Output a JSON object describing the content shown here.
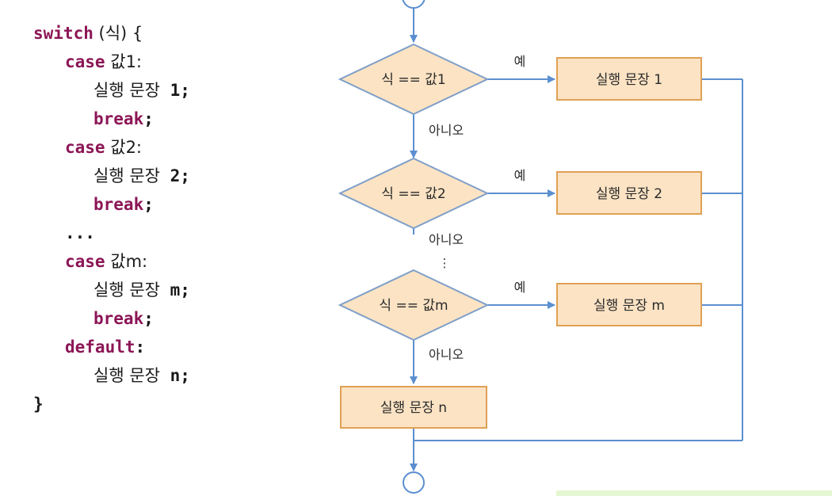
{
  "code": {
    "lines": [
      {
        "kw": "switch",
        "expr": " (식) {"
      },
      {
        "kw": "case",
        "expr": " 값1:"
      },
      {
        "text": "실행 문장",
        "tail": " 1;"
      },
      {
        "kw": "break",
        "tail": ";"
      },
      {
        "kw": "case",
        "expr": " 값2:"
      },
      {
        "text": "실행 문장",
        "tail": " 2;"
      },
      {
        "kw": "break",
        "tail": ";"
      },
      {
        "tail": "..."
      },
      {
        "kw": "case",
        "expr": " 값m:"
      },
      {
        "text": "실행 문장",
        "tail": " m;"
      },
      {
        "kw": "break",
        "tail": ";"
      },
      {
        "kw": "default",
        "tail": ":"
      },
      {
        "text": "실행 문장",
        "tail": " n;"
      },
      {
        "tail": "}"
      }
    ]
  },
  "flowchart": {
    "decisions": [
      {
        "label": "식 == 값1",
        "yes_label": "예",
        "no_label": "아니오",
        "action": "실행 문장 1"
      },
      {
        "label": "식 == 값2",
        "yes_label": "예",
        "no_label": "아니오",
        "action": "실행 문장 2"
      },
      {
        "label": "식 == 값m",
        "yes_label": "예",
        "no_label": "아니오",
        "action": "실행 문장 m"
      }
    ],
    "ellipsis": "⋮",
    "default_action": "실행 문장 n"
  },
  "colors": {
    "keyword": "#8c1656",
    "shape_fill": "#fbe3c4",
    "shape_stroke": "#7f9fc8",
    "arrow": "#5b8fd0",
    "box_stroke": "#e0a055"
  }
}
